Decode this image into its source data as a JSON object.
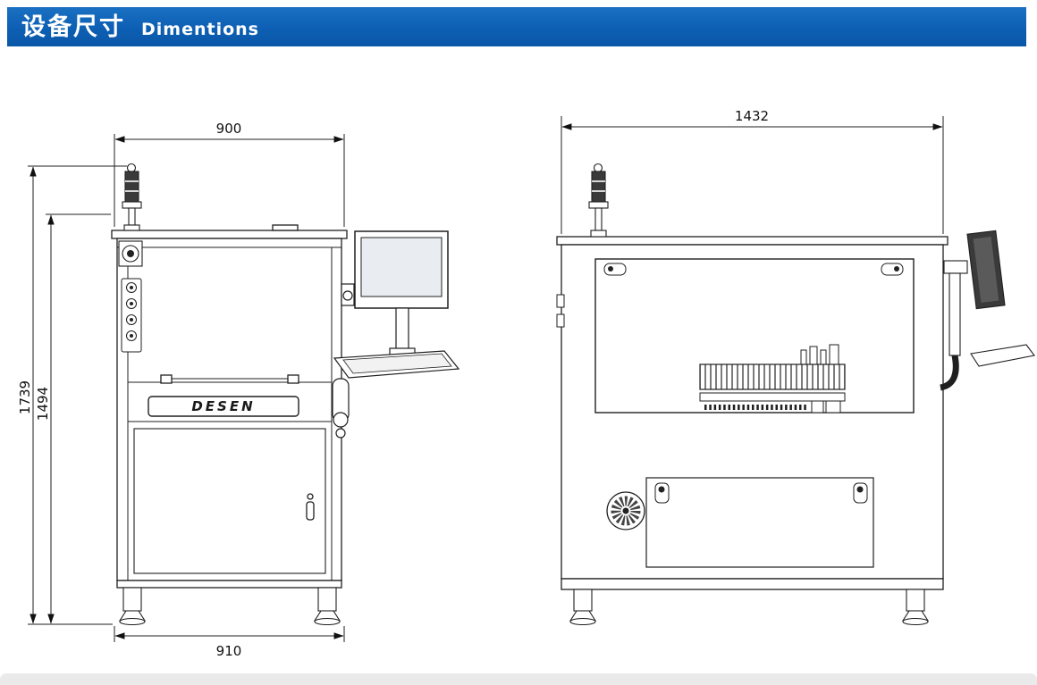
{
  "header": {
    "title_zh": "设备尺寸",
    "title_en": "Dimentions",
    "bar_color": "#0d5fb3"
  },
  "diagram": {
    "front_view": {
      "dim_width_top": "900",
      "dim_width_bottom": "910",
      "dim_height_total": "1739",
      "dim_height_frame": "1494",
      "logo_text": "DESEN"
    },
    "side_view": {
      "dim_width": "1432"
    }
  }
}
